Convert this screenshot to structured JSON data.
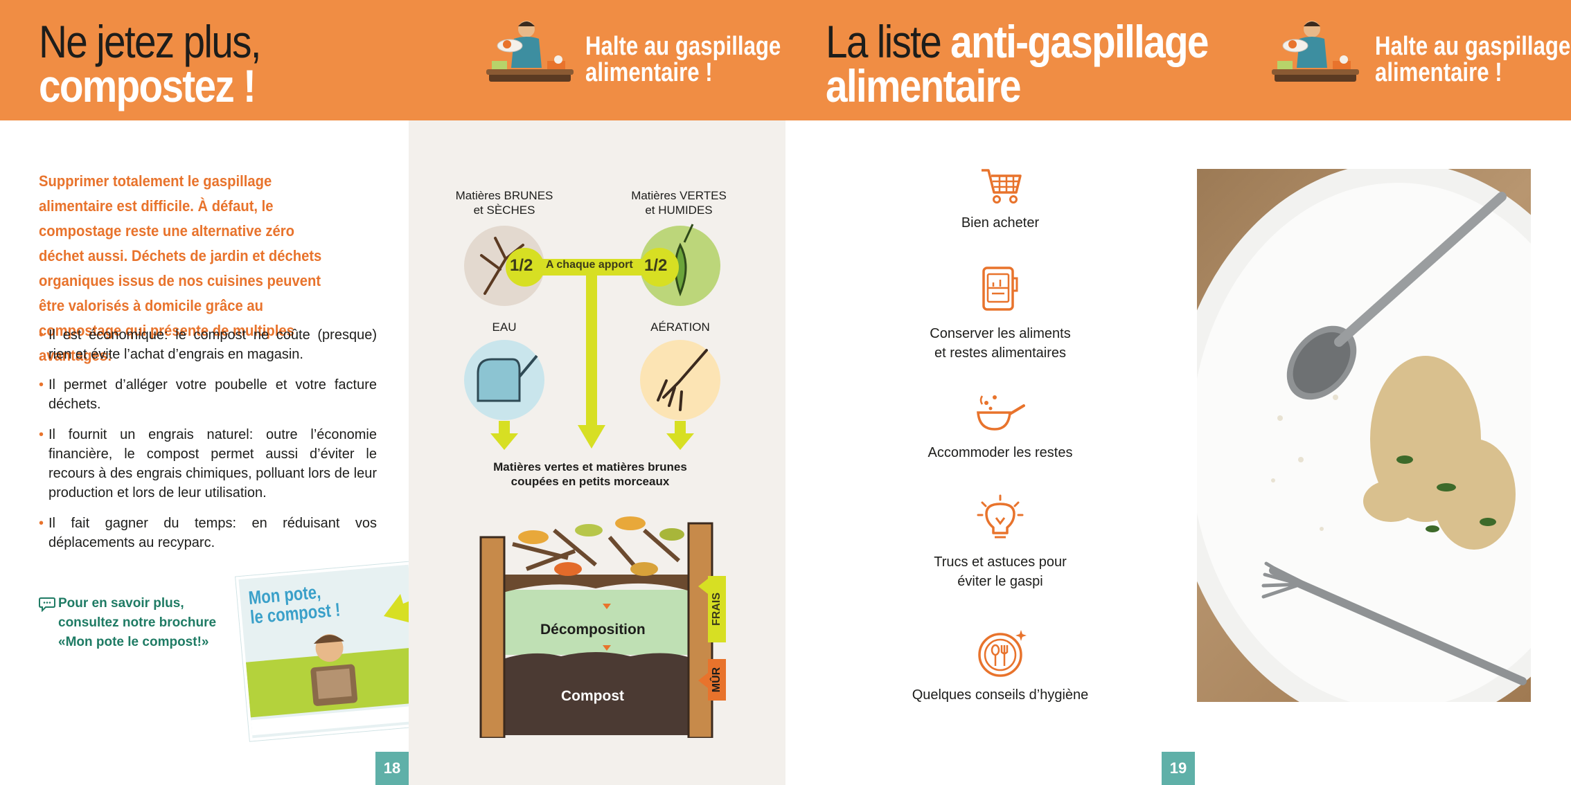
{
  "left_page": {
    "title_line1": "Ne jetez plus,",
    "title_line2": "compostez !",
    "halte_line1": "Halte au gaspillage",
    "halte_line2": "alimentaire !",
    "intro": "Supprimer totalement le gaspillage alimentaire est difficile. À défaut, le compostage reste une alternative zéro déchet aussi. Déchets de jardin et déchets organiques issus de nos cuisines peuvent être valorisés à domicile grâce au compostage qui présente de multiples avantages:",
    "bullets": [
      "Il est économique: le compost ne coûte (presque) rien et évite l’achat d’engrais en magasin.",
      "Il permet d’alléger votre poubelle et votre facture déchets.",
      "Il fournit un engrais naturel: outre l’économie financière, le compost permet aussi d’éviter le recours à des engrais chimiques, polluant lors de leur production et lors de leur utilisation.",
      "Il fait gagner du temps: en réduisant vos déplacements au recyparc."
    ],
    "more_line1": "Pour en savoir plus,",
    "more_line2": "consultez notre brochure",
    "more_line3": "«Mon pote le compost!»",
    "brochure_title_line1": "Mon pote,",
    "brochure_title_line2": "le compost !",
    "page_number": "18"
  },
  "diagram": {
    "brown_line1": "Matières BRUNES",
    "brown_line2": "et SÈCHES",
    "green_line1": "Matières VERTES",
    "green_line2": "et HUMIDES",
    "half_left": "1/2",
    "half_right": "1/2",
    "each_input": "A chaque apport",
    "water": "EAU",
    "air": "AÉRATION",
    "cut_line1": "Matières vertes et matières brunes",
    "cut_line2": "coupées en petits morceaux",
    "decomposition": "Décomposition",
    "compost": "Compost",
    "fresh": "FRAIS",
    "ripe": "MÛR"
  },
  "right_page": {
    "title_thin": "La liste",
    "title_bold1": "anti-gaspillage",
    "title_bold2": "alimentaire",
    "halte_line1": "Halte au gaspillage",
    "halte_line2": "alimentaire !",
    "items": [
      {
        "icon": "shopping-cart-icon",
        "line1": "Bien acheter",
        "line2": ""
      },
      {
        "icon": "fridge-icon",
        "line1": "Conserver les aliments",
        "line2": "et restes alimentaires"
      },
      {
        "icon": "frying-pan-icon",
        "line1": "Accommoder les restes",
        "line2": ""
      },
      {
        "icon": "lightbulb-icon",
        "line1": "Trucs et astuces pour",
        "line2": "éviter le gaspi"
      },
      {
        "icon": "plate-cutlery-icon",
        "line1": "Quelques conseils d’hygiène",
        "line2": ""
      }
    ],
    "page_number": "19"
  },
  "colors": {
    "orange_band": "#f08d44",
    "orange_text": "#e8732c",
    "lime": "#d7df23",
    "teal": "#5fb0a8",
    "green_text": "#1f7b64"
  }
}
